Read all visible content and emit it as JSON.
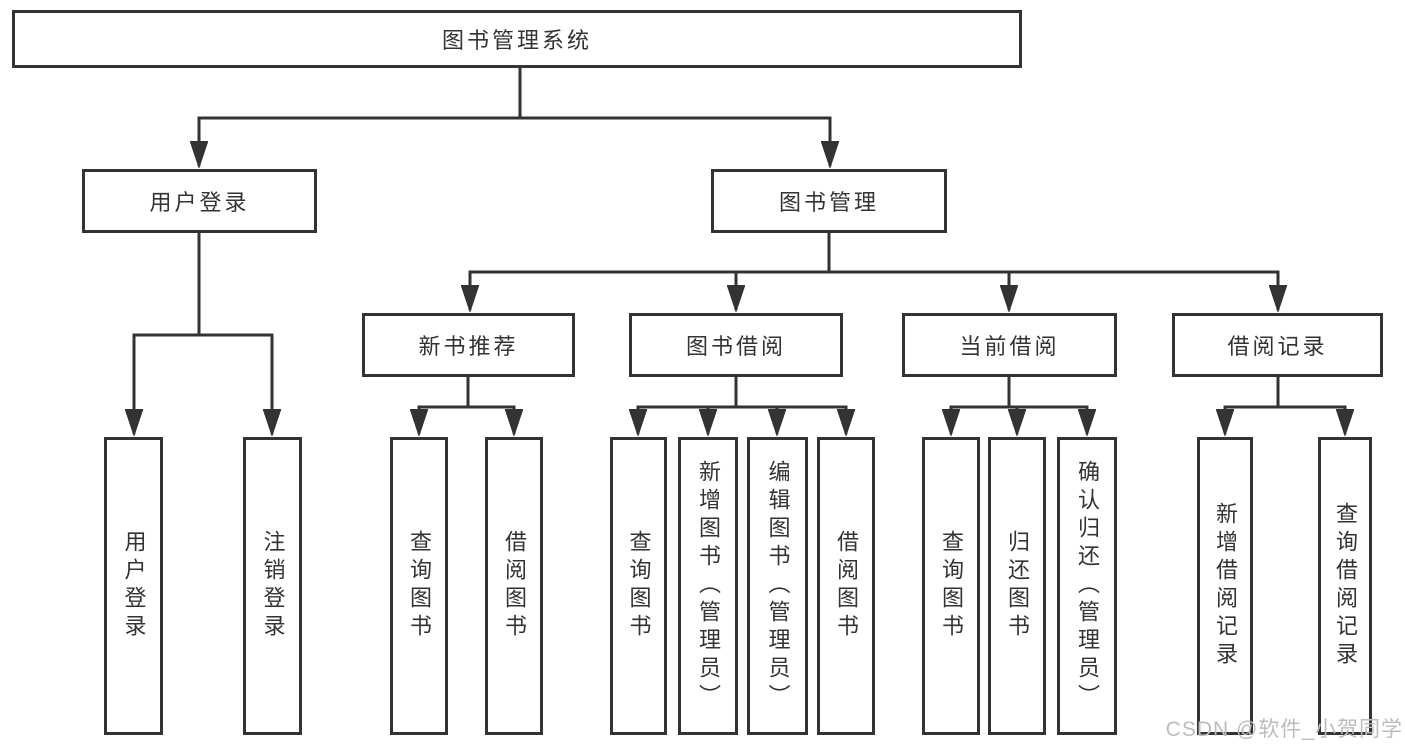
{
  "diagram": {
    "title": "图书管理系统",
    "watermark": "CSDN @软件_小贺同学",
    "colors": {
      "line": "#333333",
      "text": "#333333",
      "box_background": "#ffffff",
      "watermark": "#bcbcbc",
      "page_background": "#ffffff"
    },
    "nodes": {
      "root": {
        "label": "图书管理系统"
      },
      "user_login": {
        "label": "用户登录"
      },
      "book_management": {
        "label": "图书管理"
      },
      "new_book_recommend": {
        "label": "新书推荐"
      },
      "book_borrowing": {
        "label": "图书借阅"
      },
      "current_borrowing": {
        "label": "当前借阅"
      },
      "borrowing_records": {
        "label": "借阅记录"
      },
      "leaf_user_login": {
        "label": "用户登录"
      },
      "leaf_logout": {
        "label": "注销登录"
      },
      "leaf_query_book_recommend": {
        "label": "查询图书"
      },
      "leaf_borrow_book_recommend": {
        "label": "借阅图书"
      },
      "leaf_query_book_borrowing": {
        "label": "查询图书"
      },
      "leaf_add_book": {
        "label": "新增图书（管理员）"
      },
      "leaf_edit_book": {
        "label": "编辑图书（管理员）"
      },
      "leaf_borrow_book_borrowing": {
        "label": "借阅图书"
      },
      "leaf_query_book_current": {
        "label": "查询图书"
      },
      "leaf_return_book": {
        "label": "归还图书"
      },
      "leaf_confirm_return": {
        "label": "确认归还（管理员）"
      },
      "leaf_add_borrow_record": {
        "label": "新增借阅记录"
      },
      "leaf_query_borrow_record": {
        "label": "查询借阅记录"
      }
    }
  }
}
